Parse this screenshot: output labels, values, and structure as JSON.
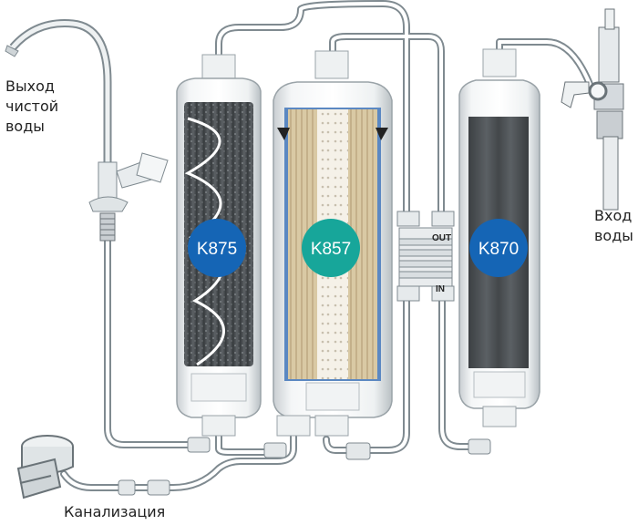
{
  "labels": {
    "clean_water_out": [
      "Выход",
      "чистой",
      "воды"
    ],
    "water_in": [
      "Вход",
      "воды"
    ],
    "drain": "Канализация"
  },
  "filters": [
    {
      "name": "K875",
      "badge_color": "#1565b5"
    },
    {
      "name": "K857",
      "badge_color": "#17a69a"
    },
    {
      "name": "K870",
      "badge_color": "#1565b5"
    }
  ],
  "valve_block": {
    "out_label": "OUT",
    "in_label": "IN"
  },
  "colors": {
    "tube": "#7f8a90",
    "tube_fill": "#ffffff",
    "housing": "#dfe3e6",
    "housing_edge": "#9aa3a8"
  }
}
